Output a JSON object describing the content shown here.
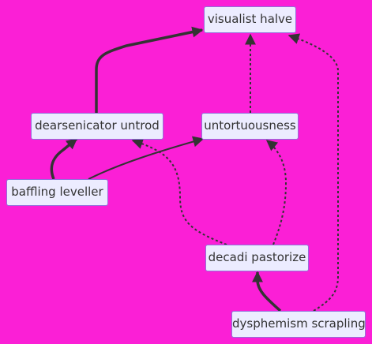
{
  "nodes": {
    "visualist_halve": "visualist halve",
    "dearsenicator_untrod": "dearsenicator untrod",
    "untortuousness": "untortuousness",
    "baffling_leveller": "baffling leveller",
    "decadi_pastorize": "decadi pastorize",
    "dysphemism_scrapling": "dysphemism scrapling"
  },
  "edges": [
    {
      "from": "dearsenicator untrod",
      "to": "visualist halve",
      "style": "thick"
    },
    {
      "from": "untortuousness",
      "to": "visualist halve",
      "style": "dotted"
    },
    {
      "from": "dysphemism scrapling",
      "to": "visualist halve",
      "style": "dotted"
    },
    {
      "from": "baffling leveller",
      "to": "dearsenicator untrod",
      "style": "thick"
    },
    {
      "from": "baffling leveller",
      "to": "untortuousness",
      "style": "normal"
    },
    {
      "from": "decadi pastorize",
      "to": "dearsenicator untrod",
      "style": "dotted"
    },
    {
      "from": "decadi pastorize",
      "to": "untortuousness",
      "style": "dotted"
    },
    {
      "from": "dysphemism scrapling",
      "to": "decadi pastorize",
      "style": "thick"
    }
  ],
  "colors": {
    "background": "#fb1fd6",
    "node_fill": "#ececff",
    "node_border": "#9370db",
    "edge": "#333333"
  }
}
